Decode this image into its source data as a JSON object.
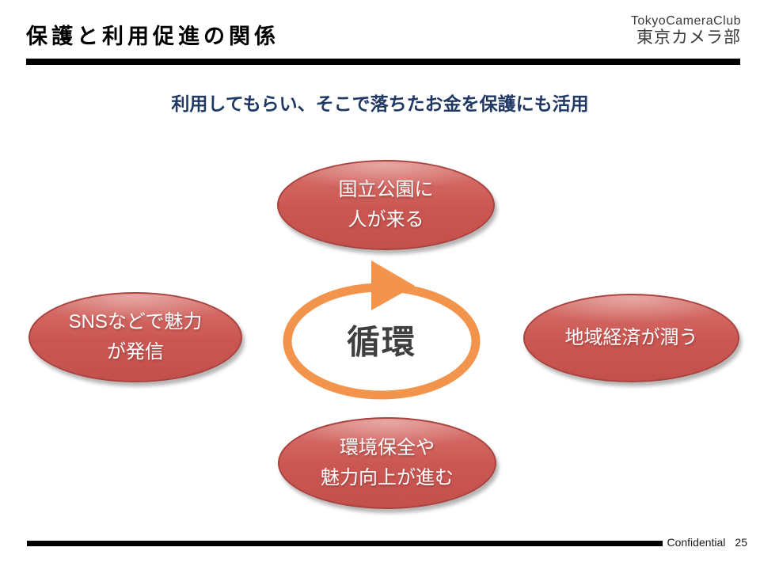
{
  "header": {
    "title": "保護と利用促進の関係",
    "logo": {
      "line1": "TokyoCameraClub",
      "line2": "東京カメラ部"
    }
  },
  "subtitle": "利用してもらい、そこで落ちたお金を保護にも活用",
  "diagram": {
    "center_label": "循環",
    "nodes": {
      "top": {
        "line1": "国立公園に",
        "line2": "人が来る"
      },
      "left": {
        "line1": "SNSなどで魅力",
        "line2": "が発信"
      },
      "right": {
        "line1": "地域経済が潤う"
      },
      "bottom": {
        "line1": "環境保全や",
        "line2": "魅力向上が進む"
      }
    }
  },
  "footer": {
    "confidential": "Confidential",
    "page_number": "25"
  },
  "colors": {
    "title": "#000000",
    "rule": "#000000",
    "subtitle": "#1F3864",
    "node_fill_top": "#D8736E",
    "node_fill_mid": "#CB5752",
    "node_fill_bottom": "#C4504C",
    "node_border": "#A8433F",
    "node_text": "#FFFFFF",
    "ring_orange": "#F2944B",
    "center_text": "#3F3F3F",
    "footer_text": "#1A1A1A"
  }
}
